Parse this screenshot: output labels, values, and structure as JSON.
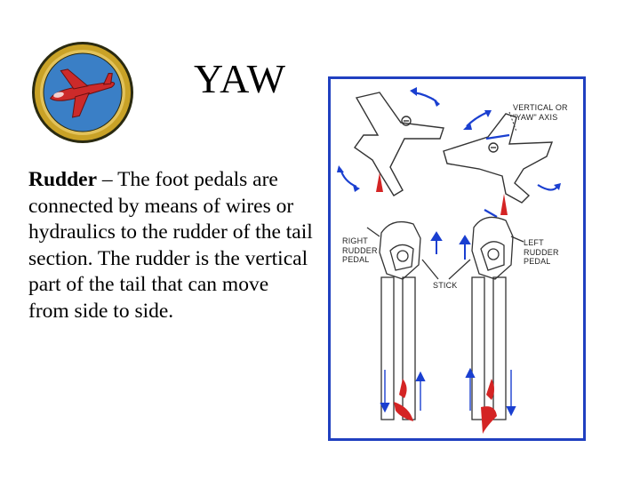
{
  "slide": {
    "title": "YAW",
    "body": {
      "term": "Rudder",
      "text": " – The foot pedals are connected by means of wires or hydraulics to the rudder of the tail section. The rudder is the vertical part of the tail that can move from side to side."
    }
  },
  "badge": {
    "icon": "airplane-merit-badge-icon",
    "colors": {
      "ring": "#c9a227",
      "field": "#3a7fc6",
      "plane": "#cc2a2a"
    }
  },
  "diagram": {
    "frame_color": "#2040c0",
    "arrow_colors": {
      "motion": "#1a3fd0",
      "rudder": "#d42424"
    },
    "labels": {
      "axis": "VERTICAL OR\n\"YAW\" AXIS",
      "right_pedal": "RIGHT\nRUDDER\nPEDAL",
      "left_pedal": "LEFT\nRUDDER\nPEDAL",
      "stick": "STICK"
    }
  }
}
